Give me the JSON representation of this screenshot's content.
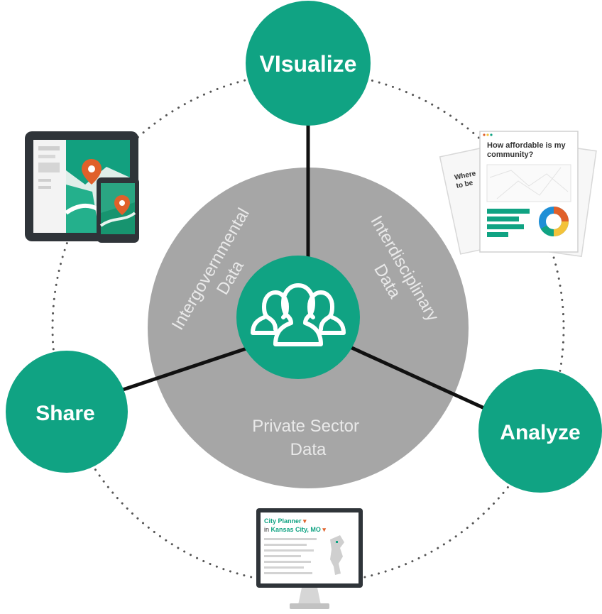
{
  "colors": {
    "accent_green": "#10a383",
    "segment_gray": "#a6a6a6",
    "connector": "#111111",
    "dots": "#555555",
    "segment_text": "#eeeeee",
    "orange_pin": "#e0602a",
    "blue": "#1e8fd6",
    "yellow": "#f3c23a"
  },
  "hub": {
    "icon": "people-group-icon"
  },
  "nodes": {
    "visualize": {
      "label": "VIsualize"
    },
    "share": {
      "label": "Share"
    },
    "analyze": {
      "label": "Analyze"
    }
  },
  "segments": {
    "intergovernmental": {
      "line1": "Intergovernmental",
      "line2": "Data"
    },
    "interdisciplinary": {
      "line1": "Interdisciplinary",
      "line2": "Data"
    },
    "private_sector": {
      "line1": "Private Sector",
      "line2": "Data"
    }
  },
  "thumbnails": {
    "devices": {
      "icon": "tablet-phone-map-icon"
    },
    "report": {
      "icon": "report-pages-icon",
      "question": "How affordable is my",
      "question_line2": "community?",
      "back_page_text": "Where",
      "back_page_text2": "to be"
    },
    "monitor": {
      "icon": "desktop-monitor-icon",
      "line1": "City Planner",
      "line2_prefix": "in",
      "line2_place": "Kansas City, MO"
    }
  }
}
